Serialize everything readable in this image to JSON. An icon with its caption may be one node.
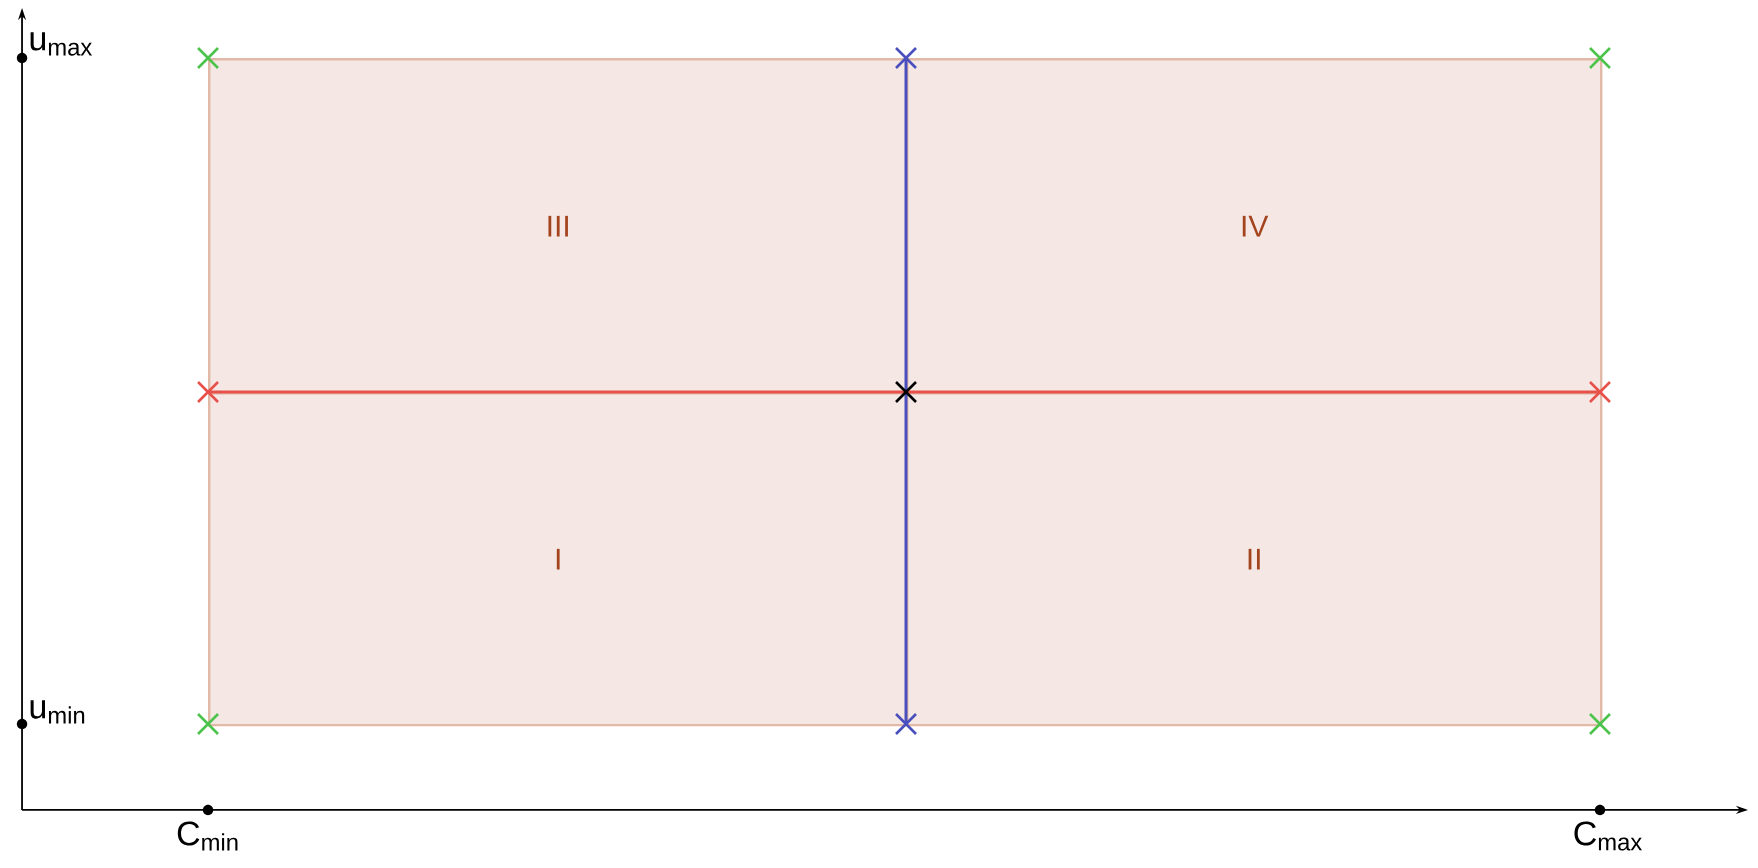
{
  "diagram": {
    "nodes": [
      {
        "text": [
          "III"
        ]
      },
      {
        "text": [
          "IV"
        ]
      },
      {
        "text": [
          "I"
        ]
      },
      {
        "text": [
          "II"
        ]
      }
    ],
    "labels": [
      "u$_{max}$",
      "u$_{min}$",
      "C$_{min}$",
      "C$_{max}$"
    ]
  }
}
